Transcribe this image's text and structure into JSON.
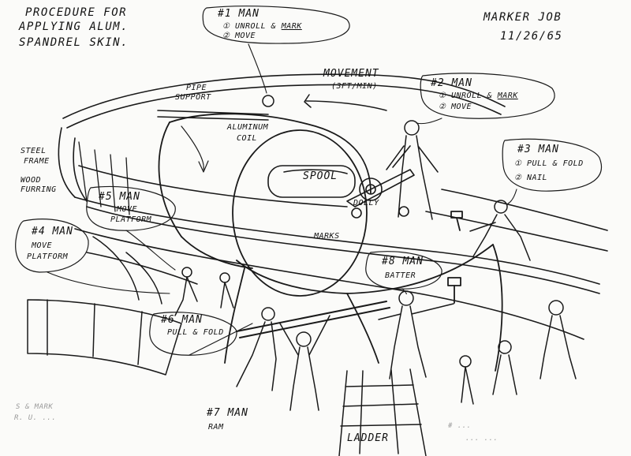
{
  "title_lines": [
    "PROCEDURE FOR",
    "APPLYING ALUM.",
    "SPANDREL SKIN."
  ],
  "header_right": {
    "line1": "MARKER JOB",
    "line2": "11/26/65"
  },
  "crew": [
    {
      "id": "man1",
      "title": "#1 MAN",
      "tasks": [
        "① UNROLL",
        "MARK",
        "② MOVE"
      ]
    },
    {
      "id": "man2",
      "title": "#2 MAN",
      "tasks": [
        "① UNROLL",
        "MARK",
        "② MOVE"
      ]
    },
    {
      "id": "man3",
      "title": "#3 MAN",
      "tasks": [
        "① PULL & FOLD",
        "② NAIL"
      ]
    },
    {
      "id": "man4",
      "title": "#4 MAN",
      "tasks": [
        "MOVE",
        "PLATFORM"
      ]
    },
    {
      "id": "man5",
      "title": "#5 MAN",
      "tasks": [
        "MOVE",
        "PLATFORM"
      ]
    },
    {
      "id": "man6",
      "title": "#6 MAN",
      "tasks": [
        "PULL & FOLD"
      ]
    },
    {
      "id": "man7",
      "title": "#7 MAN",
      "tasks": [
        "RAM"
      ]
    },
    {
      "id": "man8",
      "title": "#8 MAN",
      "tasks": [
        "BATTER"
      ]
    }
  ],
  "callouts": {
    "movement": "MOVEMENT",
    "movement_rate": "(3FT/MIN)",
    "pipe_support": [
      "PIPE",
      "SUPPORT"
    ],
    "aluminum_coil": [
      "ALUMINUM",
      "COIL"
    ],
    "spool": "SPOOL",
    "dolly": "DOLLY",
    "steel_frame": [
      "STEEL",
      "FRAME"
    ],
    "wood_furring": [
      "WOOD",
      "FURRING"
    ],
    "marks": "MARKS",
    "ladder": "LADDER"
  },
  "ambiguous_glyph": "&",
  "faint_text": {
    "left": [
      "S & MARK",
      "R. U. ..."
    ],
    "right": [
      "# ... ",
      "... ..."
    ]
  },
  "colors": {
    "ink": "#1a1a1a",
    "paper": "#fbfbf9"
  }
}
